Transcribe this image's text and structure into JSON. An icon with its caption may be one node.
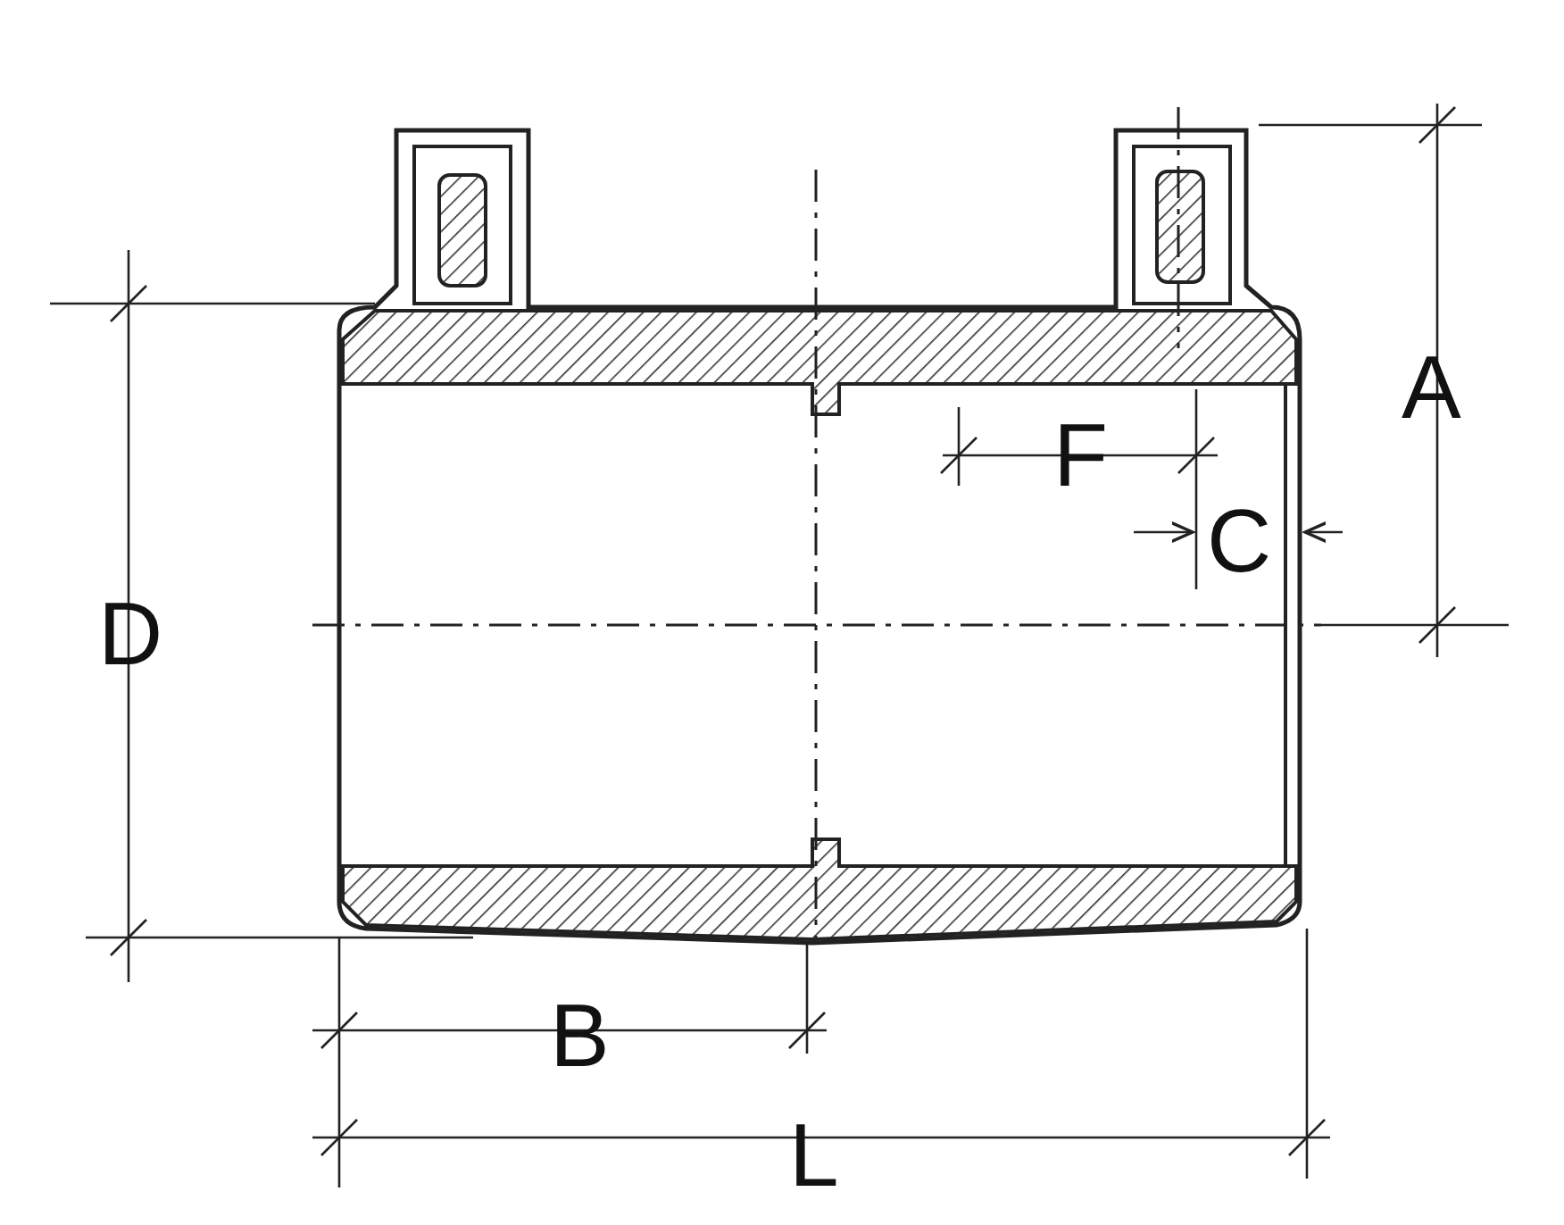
{
  "diagram": {
    "labels": [
      "A",
      "F",
      "C",
      "D",
      "B",
      "L"
    ]
  }
}
